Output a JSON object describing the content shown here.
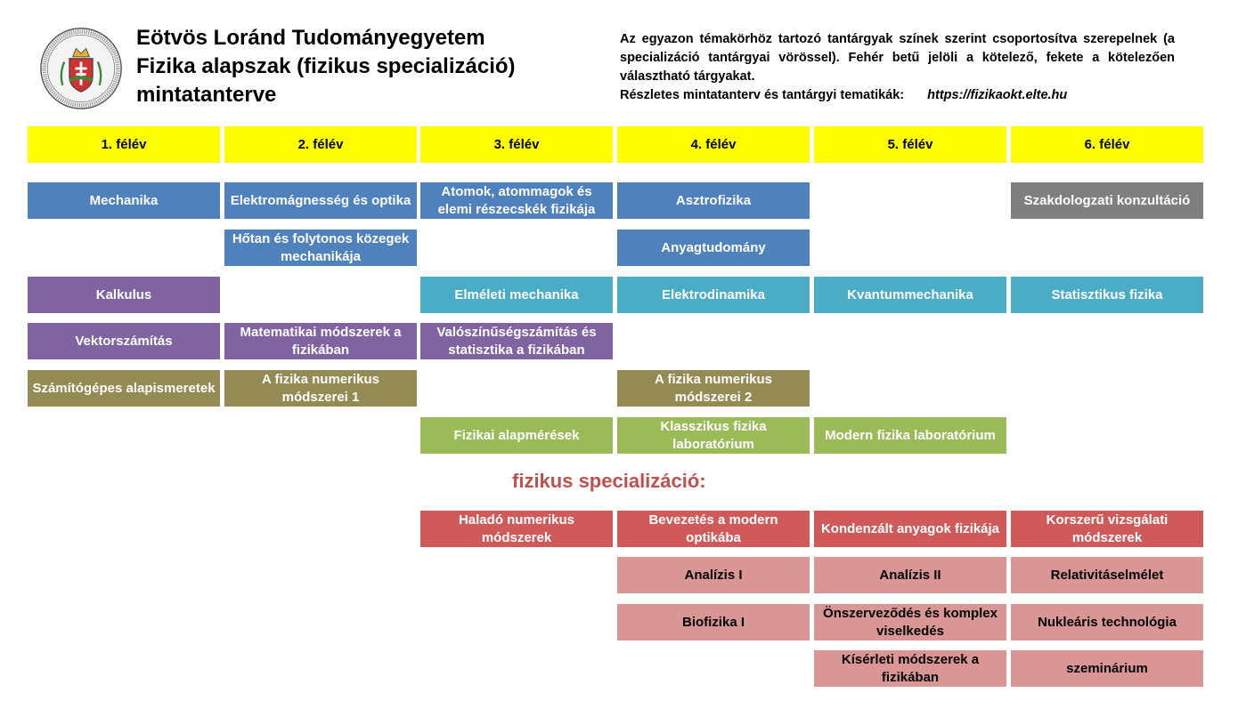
{
  "header": {
    "title_lines": [
      "Eötvös Loránd Tudományegyetem",
      "Fizika alapszak (fizikus specializáció)",
      "mintatanterve"
    ],
    "legend_text": "Az egyazon témakörhöz tartozó tantárgyak színek szerint csoportosítva szerepelnek (a specializáció tantárgyai vörössel). Fehér betű jelöli a kötelező, fekete a kötelezően választható tárgyakat.",
    "link_label": "Részletes mintatanterv és tantárgyi tematikák:",
    "link_url": "https://fizikaokt.elte.hu"
  },
  "colors": {
    "semester": "#ffff00",
    "blue": "#4f81bd",
    "grey": "#7f7f7f",
    "purple": "#8064a2",
    "teal": "#4bacc6",
    "olive": "#948a54",
    "green": "#9bbb59",
    "specialization_required": "#d05a5a",
    "specialization_elective": "#da9694",
    "specialization_heading": "#c0504d"
  },
  "semesters": [
    "1. félév",
    "2. félév",
    "3. félév",
    "4. félév",
    "5. félév",
    "6. félév"
  ],
  "courses": {
    "mechanika": "Mechanika",
    "elektromagnesseg": "Elektromágnesség és optika",
    "atomok": "Atomok, atommagok és elemi részecskék fizikája",
    "asztrofizika": "Asztrofizika",
    "szakdolgozat": "Szakdologzati konzultáció",
    "hotan": "Hőtan és folytonos közegek mechanikája",
    "anyagtudomany": "Anyagtudomány",
    "kalkulus": "Kalkulus",
    "elmeleti_mechanika": "Elméleti mechanika",
    "elektrodinamika": "Elektrodinamika",
    "kvantummechanika": "Kvantummechanika",
    "statisztikus": "Statisztikus fizika",
    "vektorszamitas": "Vektorszámítás",
    "matematikai_modszerek": "Matematikai módszerek a fizikában",
    "valoszinuseg": "Valószínűségszámítás és statisztika a fizikában",
    "szamitogepes": "Számítógépes alapismeretek",
    "numerikus1": "A fizika numerikus módszerei 1",
    "numerikus2": "A fizika numerikus módszerei 2",
    "alapmeresek": "Fizikai alapmérések",
    "klasszikus_lab": "Klasszikus fizika laboratórium",
    "modern_lab": "Modern fizika laboratórium"
  },
  "specialization": {
    "heading": "fizikus specializáció:",
    "halado_numerikus": "Haladó numerikus módszerek",
    "modern_optika": "Bevezetés a modern optikába",
    "kondenzalt": "Kondenzált anyagok fizikája",
    "korszeru": "Korszerű vizsgálati módszerek",
    "analizis1": "Analízis I",
    "analizis2": "Analízis II",
    "relativitas": "Relativitáselmélet",
    "biofizika": "Biofizika I",
    "onszervezodes": "Önszerveződés és komplex viselkedés",
    "nuklearis": "Nukleáris technológia",
    "kiserleti": "Kísérleti módszerek a fizikában",
    "szeminarium": "szeminárium"
  }
}
